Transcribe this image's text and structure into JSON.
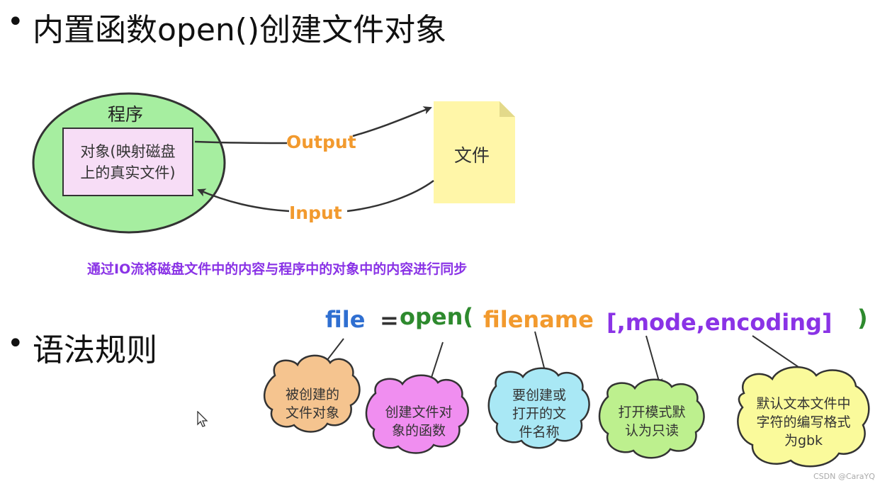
{
  "heading1": {
    "bullet": "•",
    "text": "内置函数open()创建文件对象"
  },
  "heading2": {
    "bullet": "•",
    "text": "语法规则"
  },
  "diagram": {
    "program_label": "程序",
    "object_line1": "对象(映射磁盘",
    "object_line2": "上的真实文件)",
    "file_label": "文件",
    "output_label": "Output",
    "input_label": "Input",
    "note": "通过IO流将磁盘文件中的内容与程序中的对象中的内容进行同步"
  },
  "syntax": {
    "file": "file",
    "equals": "=",
    "open": "open(",
    "filename": "filename",
    "options": "[,mode,encoding]",
    "close": ")"
  },
  "callouts": [
    {
      "lines": [
        "被创建的",
        "文件对象"
      ],
      "color": "#f5c48f"
    },
    {
      "lines": [
        "创建文件对",
        "象的函数"
      ],
      "color": "#f08ef0"
    },
    {
      "lines": [
        "要创建或",
        "打开的文",
        "件名称"
      ],
      "color": "#a9e8f5"
    },
    {
      "lines": [
        "打开模式默",
        "认为只读"
      ],
      "color": "#bdf08e"
    },
    {
      "lines": [
        "默认文本文件中",
        "字符的编写格式",
        "为gbk"
      ],
      "color": "#fafa9b"
    }
  ],
  "colors": {
    "ellipse_fill": "#a6eea0",
    "file_fill": "#fff6a8",
    "output_input": "#f29a2e",
    "note": "#8a33e6",
    "file_kw": "#2f6fd1",
    "open_kw": "#2e8a2e",
    "filename_kw": "#f29a2e",
    "options_kw": "#8a33e6"
  },
  "watermark": "CSDN @CaraYQ"
}
